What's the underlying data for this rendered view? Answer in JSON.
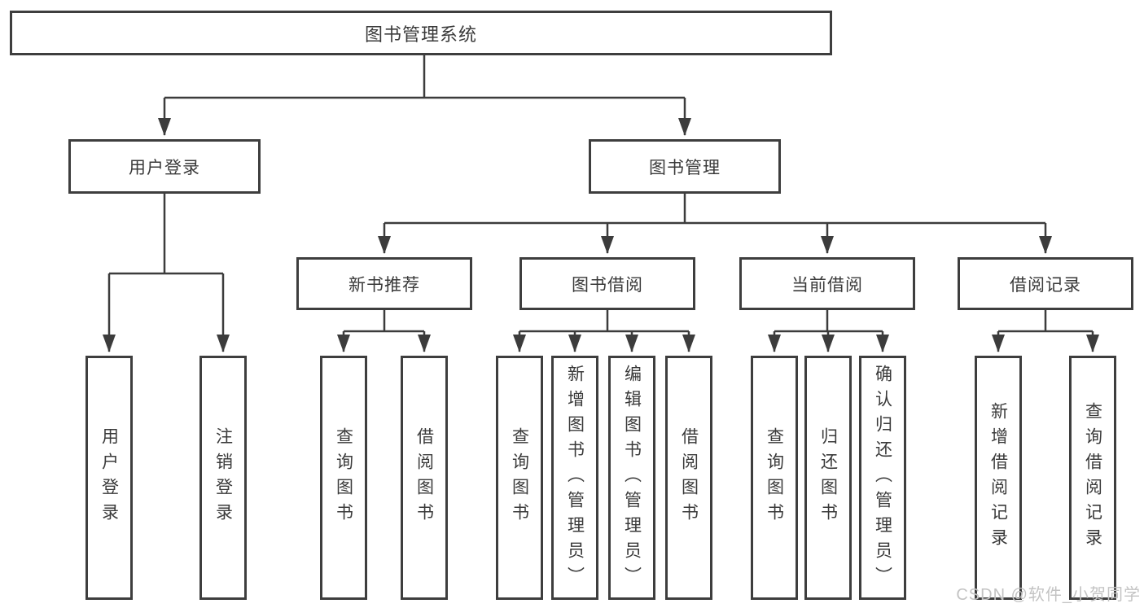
{
  "tree": {
    "label": "图书管理系统",
    "children": [
      {
        "label": "用户登录",
        "children": [
          {
            "label": "用户登录"
          },
          {
            "label": "注销登录"
          }
        ]
      },
      {
        "label": "图书管理",
        "children": [
          {
            "label": "新书推荐",
            "children": [
              {
                "label": "查询图书"
              },
              {
                "label": "借阅图书"
              }
            ]
          },
          {
            "label": "图书借阅",
            "children": [
              {
                "label": "查询图书"
              },
              {
                "label": "新增图书（管理员）"
              },
              {
                "label": "编辑图书（管理员）"
              },
              {
                "label": "借阅图书"
              }
            ]
          },
          {
            "label": "当前借阅",
            "children": [
              {
                "label": "查询图书"
              },
              {
                "label": "归还图书"
              },
              {
                "label": "确认归还（管理员）"
              }
            ]
          },
          {
            "label": "借阅记录",
            "children": [
              {
                "label": "新增借阅记录"
              },
              {
                "label": "查询借阅记录"
              }
            ]
          }
        ]
      }
    ]
  },
  "watermark": "CSDN @软件_小贺同学",
  "colors": {
    "line": "#3c3c3c",
    "border": "#3e3e3e",
    "text": "#3a3a3a",
    "watermark": "#c3c3c3",
    "background": "#ffffff"
  }
}
